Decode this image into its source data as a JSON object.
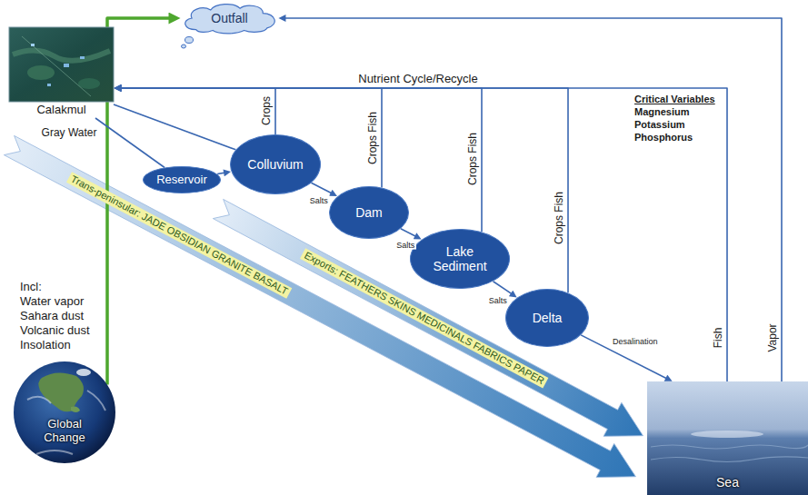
{
  "diagram": {
    "nodes": [
      {
        "text": [
          "Outfall"
        ]
      },
      {
        "text": [
          "Calakmul"
        ]
      },
      {
        "text": [
          "Reservoir"
        ]
      },
      {
        "text": [
          "Colluvium"
        ]
      },
      {
        "text": [
          "Dam"
        ]
      },
      {
        "text": [
          "Lake Sediment"
        ]
      },
      {
        "text": [
          "Delta"
        ]
      },
      {
        "text": [
          "Global Change"
        ]
      },
      {
        "text": [
          "Sea"
        ]
      }
    ],
    "edges": [
      {
        "from": 7,
        "to": 0,
        "arrow": "to"
      },
      {
        "from": 1,
        "to": 2,
        "label": "Gray Water",
        "arrow": "none"
      },
      {
        "from": 2,
        "to": 3,
        "arrow": "to"
      },
      {
        "from": 1,
        "to": 3,
        "arrow": "none"
      },
      {
        "from": 3,
        "to": 4,
        "label": "Salts",
        "arrow": "to"
      },
      {
        "from": 4,
        "to": 5,
        "label": "Salts",
        "arrow": "to"
      },
      {
        "from": 5,
        "to": 6,
        "label": "Salts",
        "arrow": "to"
      },
      {
        "from": 6,
        "to": 8,
        "label": "Desalination",
        "arrow": "to"
      },
      {
        "from": 3,
        "to": 1,
        "label": "Crops",
        "arrow": "to"
      },
      {
        "from": 4,
        "to": 1,
        "label": "Crops Fish",
        "arrow": "to"
      },
      {
        "from": 5,
        "to": 1,
        "label": "Crops Fish",
        "arrow": "to"
      },
      {
        "from": 6,
        "to": 1,
        "label": "Crops Fish",
        "arrow": "to"
      },
      {
        "from": 8,
        "to": 1,
        "label": "Fish",
        "arrow": "to"
      },
      {
        "from": 8,
        "to": 0,
        "label": "Vapor",
        "arrow": "to"
      }
    ],
    "labels": [
      "Nutrient Cycle/Recycle",
      "Critical Variables",
      "Magnesium",
      "Potassium",
      "Phosphorus",
      "Incl:",
      "Water vapor",
      "Sahara dust",
      "Volcanic dust",
      "Insolation",
      "Exports: FEATHERS SKINS MEDICINALS FABRICS PAPER",
      "Trans-peninsular: JADE OBSIDIAN GRANITE BASALT"
    ]
  }
}
